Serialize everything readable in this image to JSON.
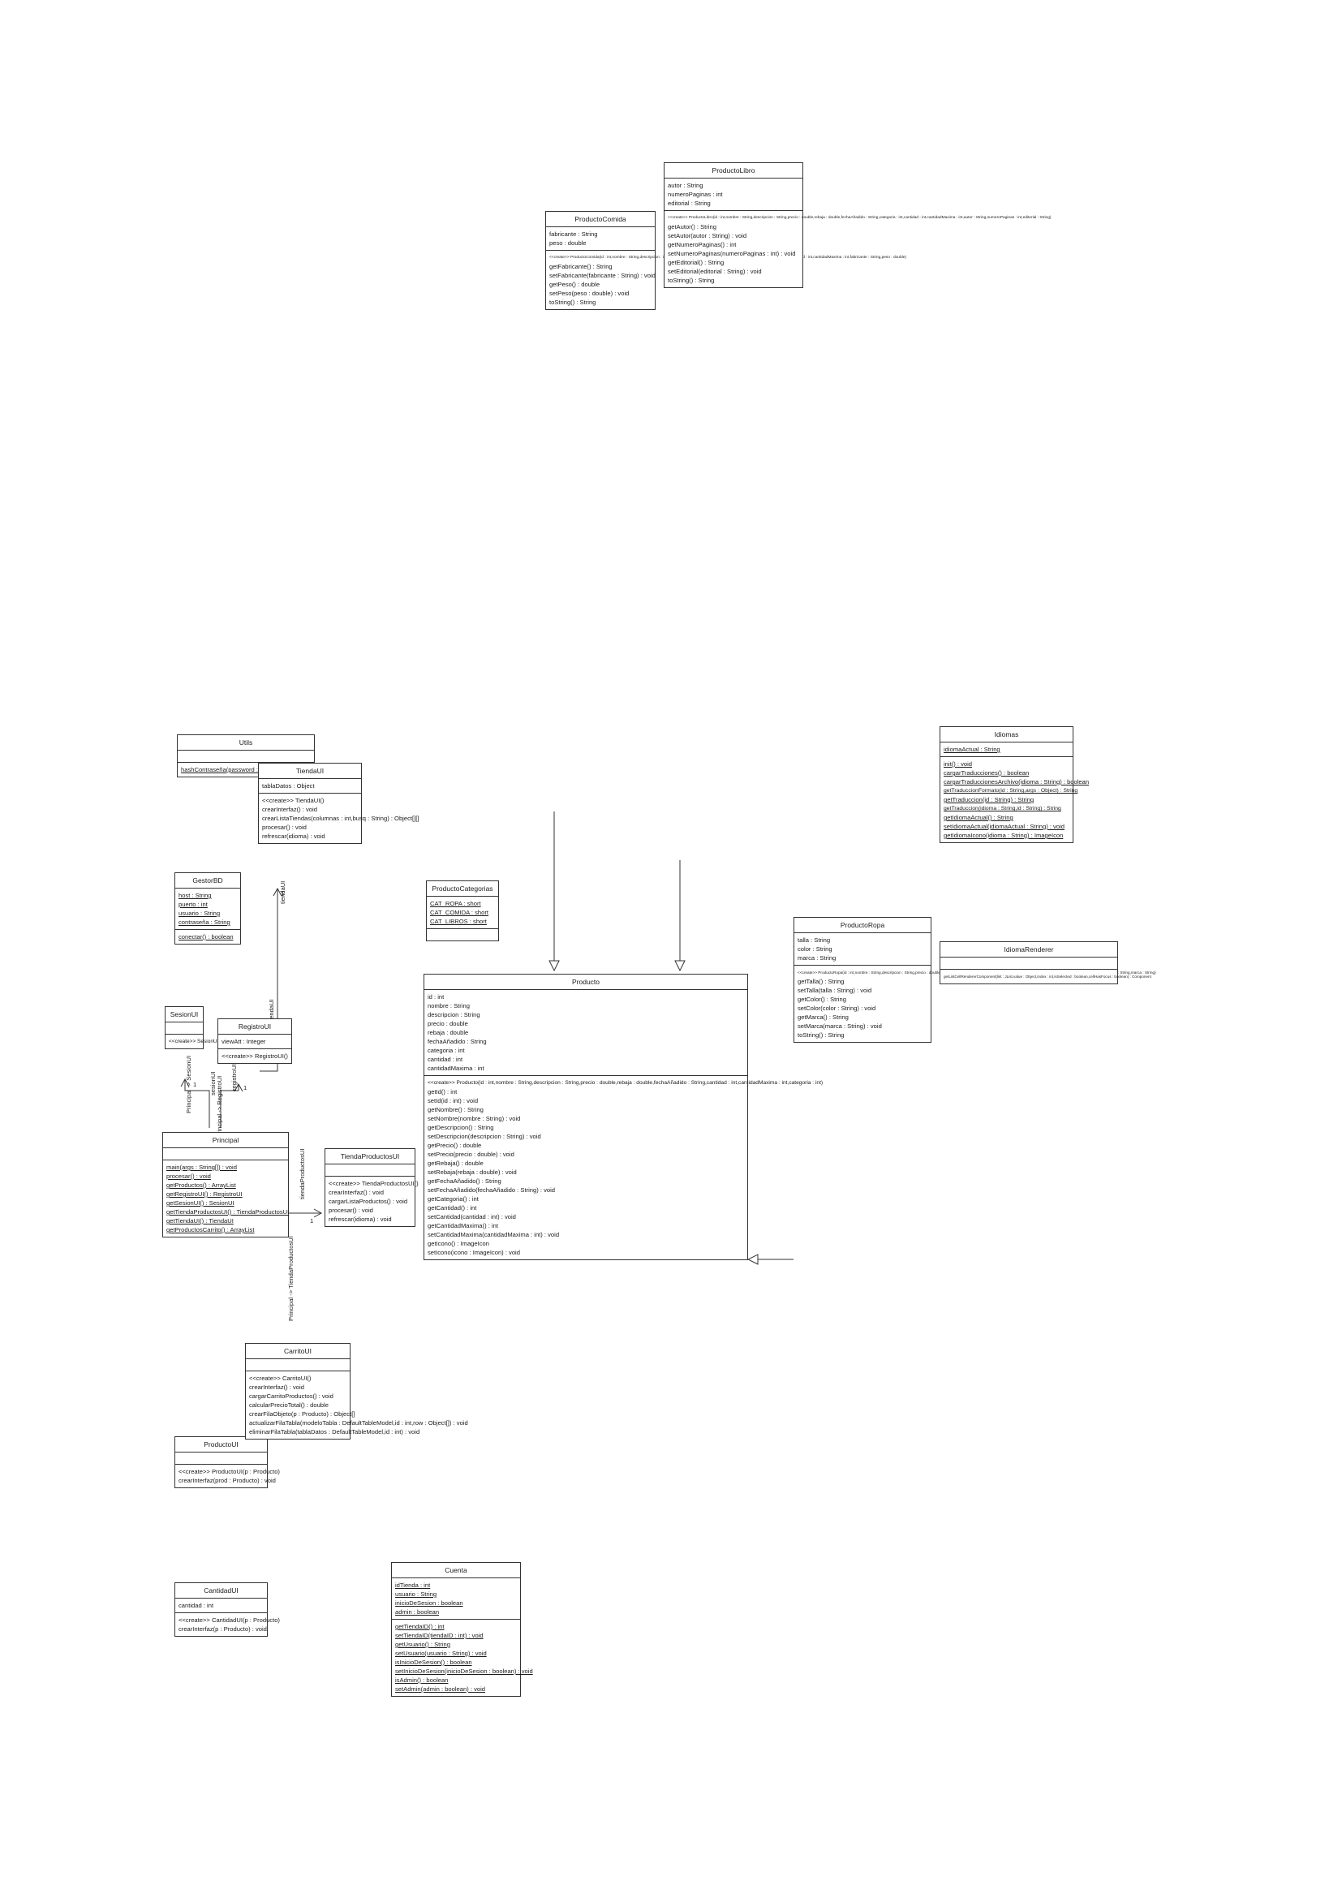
{
  "classes": {
    "cantidad_ui": {
      "name": "CantidadUI",
      "attributes": [
        {
          "text": "cantidad : int"
        }
      ],
      "operations": [
        {
          "text": "<<create>> CantidadUI(p : Producto)"
        },
        {
          "text": "crearInterfaz(p : Producto) : void"
        }
      ]
    },
    "producto_ui": {
      "name": "ProductoUI",
      "attributes": [],
      "operations": [
        {
          "text": "<<create>> ProductoUI(p : Producto)"
        },
        {
          "text": "crearInterfaz(prod : Producto) : void"
        }
      ]
    },
    "carrito_ui": {
      "name": "CarritoUI",
      "attributes": [],
      "operations": [
        {
          "text": "<<create>> CarritoUI()"
        },
        {
          "text": "crearInterfaz() : void"
        },
        {
          "text": "cargarCarritoProductos() : void"
        },
        {
          "text": "calcularPrecioTotal() : double"
        },
        {
          "text": "crearFilaObjeto(p : Producto) : Object[]"
        },
        {
          "text": "actualizarFilaTabla(modeloTabla : DefaultTableModel,id : int,row : Object[]) : void"
        },
        {
          "text": "eliminarFilaTabla(tablaDatos : DefaultTableModel,id : int) : void"
        }
      ]
    },
    "cuenta": {
      "name": "Cuenta",
      "attributes": [
        {
          "text": "idTienda : int",
          "static": true
        },
        {
          "text": "usuario : String",
          "static": true
        },
        {
          "text": "inicioDeSesion : boolean",
          "static": true
        },
        {
          "text": "admin : boolean",
          "static": true
        }
      ],
      "operations": [
        {
          "text": "getTiendaID() : int",
          "static": true
        },
        {
          "text": "setTiendaID(tiendaID : int) : void",
          "static": true
        },
        {
          "text": "getUsuario() : String",
          "static": true
        },
        {
          "text": "setUsuario(usuario : String) : void",
          "static": true
        },
        {
          "text": "isInicioDeSesion() : boolean",
          "static": true
        },
        {
          "text": "setInicioDeSesion(inicioDeSesion : boolean) : void",
          "static": true
        },
        {
          "text": "isAdmin() : boolean",
          "static": true
        },
        {
          "text": "setAdmin(admin : boolean) : void",
          "static": true
        }
      ]
    },
    "principal": {
      "name": "Principal",
      "attributes": [],
      "operations": [
        {
          "text": "main(args : String[]) : void",
          "static": true
        },
        {
          "text": "procesar() : void",
          "static": true
        },
        {
          "text": "getProductos() : ArrayList",
          "static": true
        },
        {
          "text": "getRegistroUI() : RegistroUI",
          "static": true
        },
        {
          "text": "getSesionUI() : SesionUI",
          "static": true
        },
        {
          "text": "getTiendaProductosUI() : TiendaProductosUI",
          "static": true
        },
        {
          "text": "getTiendaUI() : TiendaUI",
          "static": true
        },
        {
          "text": "getProductosCarrito() : ArrayList",
          "static": true
        }
      ]
    },
    "tienda_productos_ui": {
      "name": "TiendaProductosUI",
      "attributes": [],
      "operations": [
        {
          "text": "<<create>> TiendaProductosUI()"
        },
        {
          "text": "crearInterfaz() : void"
        },
        {
          "text": "cargarListaProductos() : void"
        },
        {
          "text": "procesar() : void"
        },
        {
          "text": "refrescar(idioma) : void"
        }
      ]
    },
    "sesion_ui": {
      "name": "SesionUI",
      "attributes": [],
      "operations": [
        {
          "text": "<<create>> SesionUI()"
        }
      ]
    },
    "registro_ui": {
      "name": "RegistroUI",
      "attributes": [
        {
          "text": "viewAtt : Integer"
        }
      ],
      "operations": [
        {
          "text": "<<create>> RegistroUI()"
        }
      ]
    },
    "gestor_bd": {
      "name": "GestorBD",
      "attributes": [
        {
          "text": "host : String",
          "static": true
        },
        {
          "text": "puerto : int",
          "static": true
        },
        {
          "text": "usuario : String",
          "static": true
        },
        {
          "text": "contraseña : String",
          "static": true
        }
      ],
      "operations": [
        {
          "text": "conectar() : boolean",
          "static": true
        }
      ]
    },
    "utils": {
      "name": "Utils",
      "attributes": [],
      "operations": [
        {
          "text": "hashContraseña(password : String) : String",
          "static": true
        }
      ]
    },
    "tienda_ui": {
      "name": "TiendaUI",
      "attributes": [
        {
          "text": "tablaDatos : Object"
        }
      ],
      "operations": [
        {
          "text": "<<create>> TiendaUI()"
        },
        {
          "text": "crearInterfaz() : void"
        },
        {
          "text": "crearListaTiendas(columnas : int,busq : String) : Object[][]"
        },
        {
          "text": "procesar() : void"
        },
        {
          "text": "refrescar(idioma) : void"
        }
      ]
    },
    "producto": {
      "name": "Producto",
      "attributes": [
        {
          "text": "id : int"
        },
        {
          "text": "nombre : String"
        },
        {
          "text": "descripcion : String"
        },
        {
          "text": "precio : double"
        },
        {
          "text": "rebaja : double"
        },
        {
          "text": "fechaAñadido : String"
        },
        {
          "text": "categoria : int"
        },
        {
          "text": "cantidad : int"
        },
        {
          "text": "cantidadMaxima : int"
        }
      ],
      "operations": [
        {
          "text": "<<create>> Producto(id : int,nombre : String,descripcion : String,precio : double,rebaja : double,fechaAñadido : String,cantidad : int,cantidadMaxima : int,categoria : int)"
        },
        {
          "text": "getId() : int"
        },
        {
          "text": "setId(id : int) : void"
        },
        {
          "text": "getNombre() : String"
        },
        {
          "text": "setNombre(nombre : String) : void"
        },
        {
          "text": "getDescripcion() : String"
        },
        {
          "text": "setDescripcion(descripcion : String) : void"
        },
        {
          "text": "getPrecio() : double"
        },
        {
          "text": "setPrecio(precio : double) : void"
        },
        {
          "text": "getRebaja() : double"
        },
        {
          "text": "setRebaja(rebaja : double) : void"
        },
        {
          "text": "getFechaAñadido() : String"
        },
        {
          "text": "setFechaAñadido(fechaAñadido : String) : void"
        },
        {
          "text": "getCategoria() : int"
        },
        {
          "text": "getCantidad() : int"
        },
        {
          "text": "setCantidad(cantidad : int) : void"
        },
        {
          "text": "getCantidadMaxima() : int"
        },
        {
          "text": "setCantidadMaxima(cantidadMaxima : int) : void"
        },
        {
          "text": "getIcono() : ImageIcon"
        },
        {
          "text": "setIcono(icono : ImageIcon) : void"
        }
      ]
    },
    "producto_categorias": {
      "name": "ProductoCategorias",
      "attributes": [
        {
          "text": "CAT_ROPA : short",
          "static": true
        },
        {
          "text": "CAT_COMIDA : short",
          "static": true
        },
        {
          "text": "CAT_LIBROS : short",
          "static": true
        }
      ],
      "operations": []
    },
    "producto_comida": {
      "name": "ProductoComida",
      "attributes": [
        {
          "text": "fabricante : String"
        },
        {
          "text": "peso : double"
        }
      ],
      "operations": [
        {
          "text": "<<create>> ProductoComida(id : int,nombre : String,descripcion : String,precio : double,rebaja : double,fechaAñadido : String,categoria : int,cantidad : int,cantidadMaxima : int,fabricante : String,peso : double)"
        },
        {
          "text": "getFabricante() : String"
        },
        {
          "text": "setFabricante(fabricante : String) : void"
        },
        {
          "text": "getPeso() : double"
        },
        {
          "text": "setPeso(peso : double) : void"
        },
        {
          "text": "toString() : String"
        }
      ]
    },
    "producto_libro": {
      "name": "ProductoLibro",
      "attributes": [
        {
          "text": "autor : String"
        },
        {
          "text": "numeroPaginas : int"
        },
        {
          "text": "editorial : String"
        }
      ],
      "operations": [
        {
          "text": "<<create>> ProductoLibro(id : int,nombre : String,descripcion : String,precio : double,rebaja : double,fechaAñadido : String,categoria : int,cantidad : int,cantidadMaxima : int,autor : String,numeroPaginas : int,editorial : String)"
        },
        {
          "text": "getAutor() : String"
        },
        {
          "text": "setAutor(autor : String) : void"
        },
        {
          "text": "getNumeroPaginas() : int"
        },
        {
          "text": "setNumeroPaginas(numeroPaginas : int) : void"
        },
        {
          "text": "getEditorial() : String"
        },
        {
          "text": "setEditorial(editorial : String) : void"
        },
        {
          "text": "toString() : String"
        }
      ]
    },
    "producto_ropa": {
      "name": "ProductoRopa",
      "attributes": [
        {
          "text": "talla : String"
        },
        {
          "text": "color : String"
        },
        {
          "text": "marca : String"
        }
      ],
      "operations": [
        {
          "text": "<<create>> ProductoRopa(id : int,nombre : String,descripcion : String,precio : double,rebaja : double,fechaAñadido : String,categoria : int,cantidad : int,cantidadMaxima : int,talla : String,color : String,marca : String)"
        },
        {
          "text": "getTalla() : String"
        },
        {
          "text": "setTalla(talla : String) : void"
        },
        {
          "text": "getColor() : String"
        },
        {
          "text": "setColor(color : String) : void"
        },
        {
          "text": "getMarca() : String"
        },
        {
          "text": "setMarca(marca : String) : void"
        },
        {
          "text": "toString() : String"
        }
      ]
    },
    "idioma_renderer": {
      "name": "IdiomaRenderer",
      "attributes": [],
      "operations": [
        {
          "text": "getListCellRendererComponent(list : JList,value : Object,index : int,isSelected : boolean,cellHasFocus : boolean) : Component"
        }
      ]
    },
    "idiomas": {
      "name": "Idiomas",
      "attributes": [
        {
          "text": "idiomaActual : String",
          "static": true
        }
      ],
      "operations": [
        {
          "text": "init() : void",
          "static": true
        },
        {
          "text": "cargarTraducciones() : boolean",
          "static": true
        },
        {
          "text": "cargarTraduccionesArchivo(idioma : String) : boolean",
          "static": true
        },
        {
          "text": "getTraduccionFormato(id : String,args : Object) : String",
          "static": true
        },
        {
          "text": "getTraduccion(id : String) : String",
          "static": true
        },
        {
          "text": "getTraduccion(idioma : String,id : String) : String",
          "static": true
        },
        {
          "text": "getIdiomaActual() : String",
          "static": true
        },
        {
          "text": "setIdiomaActual(idiomaActual : String) : void",
          "static": true
        },
        {
          "text": "getIdiomaIcono(idioma : String) : ImageIcon",
          "static": true
        }
      ]
    }
  },
  "association_labels": {
    "principal_sesion": "Principal -> SesionUI",
    "sesion_role": "sesionUI",
    "sesion_mult": "1",
    "principal_registro": "Principal -> RegistroUI",
    "registro_role": "registroUI",
    "registro_mult": "1",
    "registro_principal": "Principal -> TiendaUI",
    "tienda_role": "tiendaUI",
    "tienda_mult": "1",
    "tienda_productos_role": "tiendaProductosUI",
    "tienda_productos_mult": "1",
    "principal_tienda_productos": "Principal -> TiendaProductosUI"
  }
}
